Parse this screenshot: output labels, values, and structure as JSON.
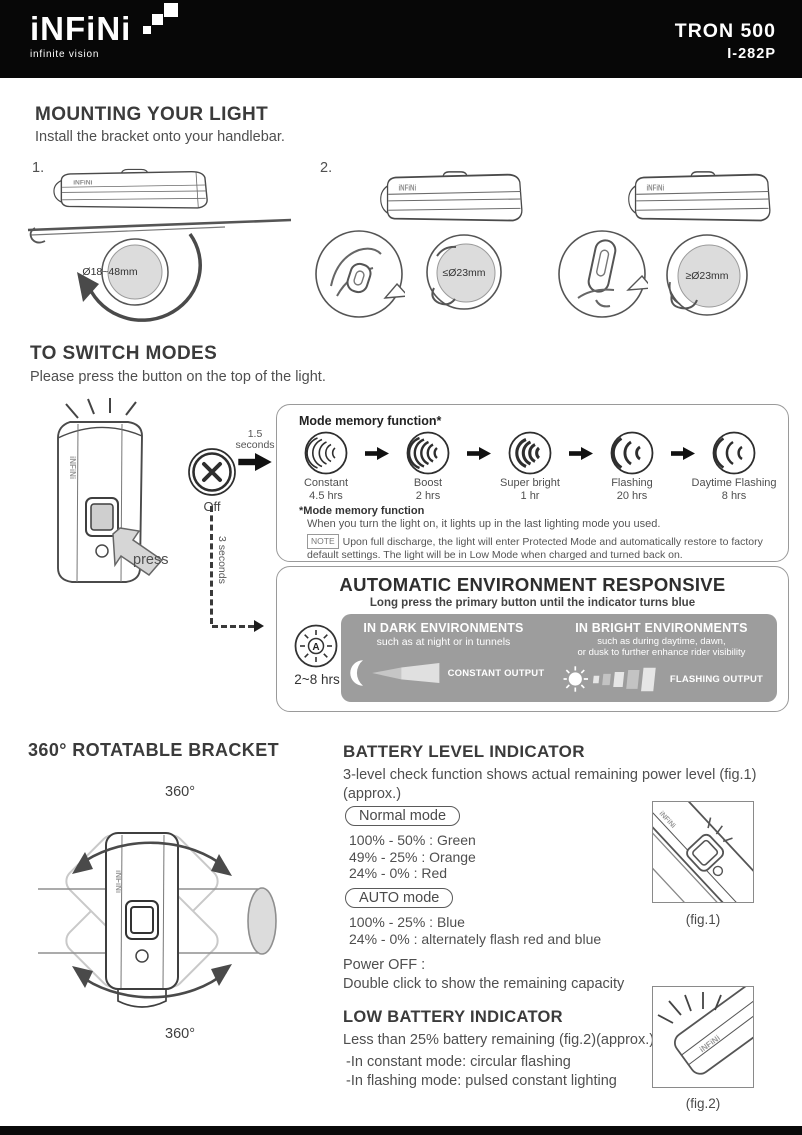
{
  "header": {
    "brand": "iNFiNi",
    "tagline": "infinite vision",
    "product": "TRON 500",
    "model": "I-282P"
  },
  "mounting": {
    "title": "MOUNTING YOUR LIGHT",
    "subtitle": "Install the bracket onto your handlebar.",
    "step1": "1.",
    "step2": "2.",
    "strap_range": "Ø18~48mm",
    "bar_small": "≤Ø23mm",
    "bar_large": "≥Ø23mm"
  },
  "modes": {
    "title": "TO SWITCH MODES",
    "subtitle": "Please press the button on the top of the light.",
    "press_label": "press",
    "off_label": "Off",
    "short_press": "1.5\nseconds",
    "long_press": "3 seconds",
    "memory": {
      "title": "Mode memory function*",
      "list": [
        {
          "name": "Constant",
          "runtime": "4.5 hrs"
        },
        {
          "name": "Boost",
          "runtime": "2 hrs"
        },
        {
          "name": "Super bright",
          "runtime": "1 hr"
        },
        {
          "name": "Flashing",
          "runtime": "20 hrs"
        },
        {
          "name": "Daytime Flashing",
          "runtime": "8 hrs"
        }
      ],
      "footnote_title": "*Mode memory function",
      "footnote": "When you turn the light on, it lights up in the last lighting mode you used.",
      "note_tag": "NOTE",
      "note": "Upon full discharge, the light will enter Protected Mode and automatically restore to factory default settings. The light will be in Low Mode when charged and turned back on."
    },
    "auto": {
      "title": "AUTOMATIC ENVIRONMENT RESPONSIVE",
      "subtitle": "Long press the primary button until the indicator turns blue",
      "runtime": "2~8 hrs",
      "dark_title": "IN DARK ENVIRONMENTS",
      "dark_subtitle": "such as at night or in tunnels",
      "dark_output": "CONSTANT OUTPUT",
      "bright_title": "IN BRIGHT ENVIRONMENTS",
      "bright_subtitle": "such as during daytime, dawn,\nor dusk to further enhance rider visibility",
      "bright_output": "FLASHING OUTPUT"
    }
  },
  "rotatable": {
    "title": "360° ROTATABLE BRACKET",
    "angle_top": "360°",
    "angle_bottom": "360°"
  },
  "battery": {
    "title": "BATTERY LEVEL INDICATOR",
    "description": "3-level check function shows actual remaining power level (fig.1)\n(approx.)",
    "normal_label": "Normal mode",
    "normal_levels": [
      "100% - 50% : Green",
      "49% - 25% : Orange",
      "24% - 0% : Red"
    ],
    "auto_label": "AUTO mode",
    "auto_levels": [
      "100% - 25% : Blue",
      "24% - 0% : alternately flash red and blue"
    ],
    "power_off": "Power OFF :\nDouble click to show the remaining capacity",
    "fig1": "(fig.1)",
    "fig2": "(fig.2)"
  },
  "low_battery": {
    "title": "LOW BATTERY INDICATOR",
    "description": "Less than 25% battery remaining  (fig.2)(approx.)",
    "item1": "-In constant mode: circular flashing",
    "item2": "-In flashing mode: pulsed constant lighting"
  },
  "icons": {
    "off_icon": "circle-x",
    "auto_icon": "sun-with-A",
    "mode_icon": "radiating-light-waves",
    "moon_icon": "crescent-moon-with-beam",
    "sun_icon": "sun-with-flashing-bars",
    "press_icon": "press-arrow"
  }
}
